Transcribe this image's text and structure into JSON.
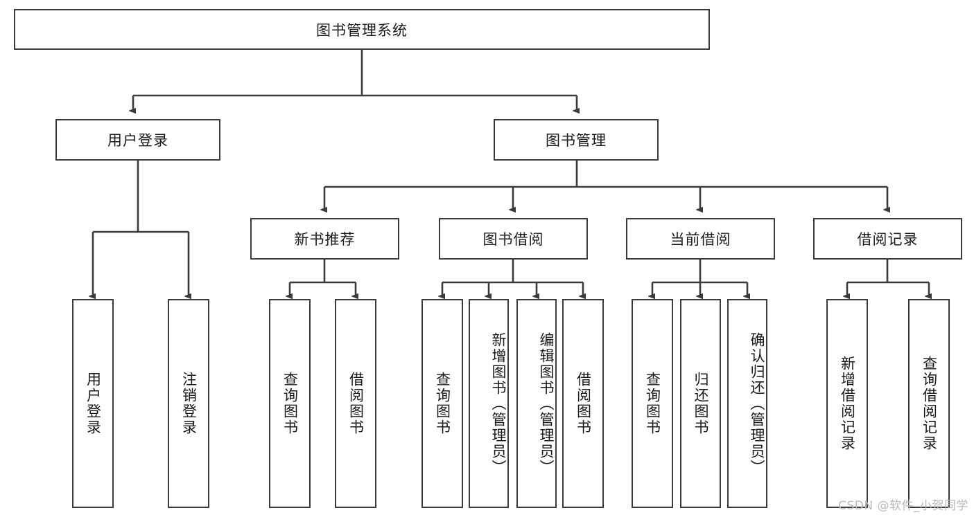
{
  "diagram": {
    "type": "tree",
    "title": "图书管理系统",
    "watermark": "CSDN @软件_小贺同学",
    "colors": {
      "stroke": "#3b3b3b",
      "fill": "#ffffff",
      "text": "#1a1a1a",
      "watermark": "#b9b9b9"
    },
    "nodes": {
      "root": {
        "label": "图书管理系统"
      },
      "level2": [
        {
          "id": "user-login",
          "label": "用户登录"
        },
        {
          "id": "book-manage",
          "label": "图书管理"
        }
      ],
      "level3": [
        {
          "id": "new-book-recommend",
          "label": "新书推荐"
        },
        {
          "id": "book-borrow",
          "label": "图书借阅"
        },
        {
          "id": "current-borrow",
          "label": "当前借阅"
        },
        {
          "id": "borrow-record",
          "label": "借阅记录"
        }
      ],
      "leaves": {
        "user_login": [
          {
            "id": "leaf-user-login",
            "label": "用户登录"
          },
          {
            "id": "leaf-user-logout",
            "label": "注销登录"
          }
        ],
        "new_book_recommend": [
          {
            "id": "leaf-query-book-1",
            "label": "查询图书"
          },
          {
            "id": "leaf-borrow-book-1",
            "label": "借阅图书"
          }
        ],
        "book_borrow": [
          {
            "id": "leaf-query-book-2",
            "label": "查询图书"
          },
          {
            "id": "leaf-add-book",
            "label": "新增图书（管理员）"
          },
          {
            "id": "leaf-edit-book",
            "label": "编辑图书（管理员）"
          },
          {
            "id": "leaf-borrow-book-2",
            "label": "借阅图书"
          }
        ],
        "current_borrow": [
          {
            "id": "leaf-query-book-3",
            "label": "查询图书"
          },
          {
            "id": "leaf-return-book",
            "label": "归还图书"
          },
          {
            "id": "leaf-confirm-return",
            "label": "确认归还（管理员）"
          }
        ],
        "borrow_record": [
          {
            "id": "leaf-add-record",
            "label": "新增借阅记录"
          },
          {
            "id": "leaf-query-record",
            "label": "查询借阅记录"
          }
        ]
      }
    }
  }
}
